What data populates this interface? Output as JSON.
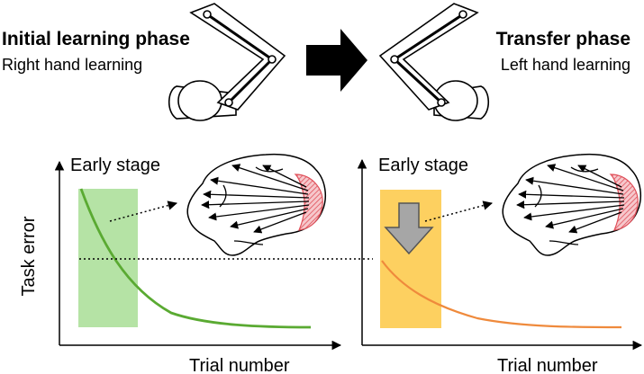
{
  "phases": {
    "initial": {
      "title": "Initial learning phase",
      "subtitle": "Right hand learning"
    },
    "transfer": {
      "title": "Transfer phase",
      "subtitle": "Left hand learning"
    }
  },
  "panels": {
    "left": {
      "stage_label": "Early stage",
      "xlabel": "Trial number",
      "ylabel": "Task error",
      "highlight_color": "#b5e3a5",
      "curve_color": "#5aaa32"
    },
    "right": {
      "stage_label": "Early stage",
      "xlabel": "Trial number",
      "highlight_color": "#fdd060",
      "curve_color": "#ef8a3c"
    }
  },
  "colors": {
    "brain_region": "#e0505a",
    "down_arrow": "#a6a6a6"
  },
  "icons": [
    "right-arm-icon",
    "left-arm-icon",
    "phase-transition-arrow-icon",
    "brain-icon",
    "down-arrow-icon"
  ]
}
